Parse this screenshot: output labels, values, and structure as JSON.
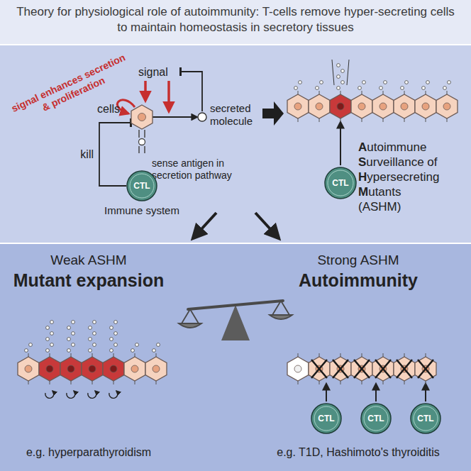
{
  "diagram": {
    "title": "Theory for physiological role of autoimmunity: T-cells remove hyper-secreting cells to maintain homeostasis in secretory tissues",
    "nodes": [
      {
        "text": [
          "cells"
        ]
      },
      {
        "text": [
          "secreted molecule"
        ]
      },
      {
        "text": [
          "CTL",
          "Immune system"
        ]
      },
      {
        "text": [
          "CTL"
        ]
      },
      {
        "text": [
          "CTL"
        ]
      },
      {
        "text": [
          "CTL"
        ]
      },
      {
        "text": [
          "CTL"
        ]
      }
    ],
    "edges": [
      {
        "from": 0,
        "to": 1,
        "arrow": "to"
      },
      {
        "from": 2,
        "to": 0,
        "label": "kill",
        "arrow": "to"
      }
    ],
    "labels": [
      "signal enhances secretion & proliferation",
      "signal",
      "sense antigen in secretion pathway",
      "Autoimmune",
      "Surveillance of",
      "Hypersecreting",
      "Mutants",
      "(ASHM)",
      "Weak ASHM",
      "Mutant expansion",
      "Strong ASHM",
      "Autoimmunity",
      "e.g. hyperparathyroidism",
      "e.g. T1D, Hashimoto's thyroiditis"
    ]
  }
}
